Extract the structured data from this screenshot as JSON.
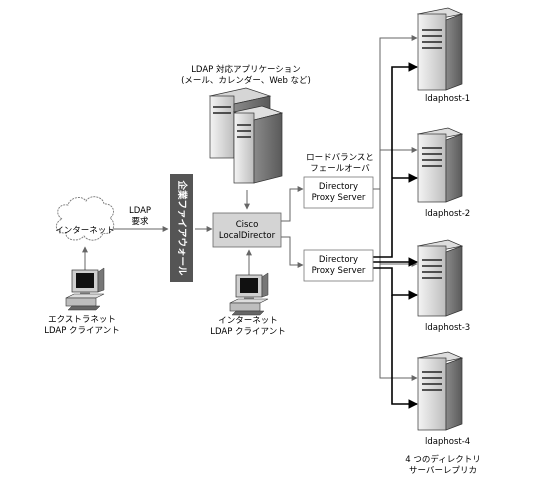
{
  "app_labels": {
    "line1": "LDAP 対応アプリケーション",
    "line2": "(メール、カレンダー、Web など)"
  },
  "ldap_request": {
    "line1": "LDAP",
    "line2": "要求"
  },
  "internet_cloud": "インターネット",
  "firewall": "企業ファイアウォール",
  "local_director": {
    "line1": "Cisco",
    "line2": "LocalDirector"
  },
  "load_balance": {
    "line1": "ロードバランスと",
    "line2": "フェールオーバ"
  },
  "proxy_servers": [
    {
      "line1": "Directory",
      "line2": "Proxy Server"
    },
    {
      "line1": "Directory",
      "line2": "Proxy Server"
    }
  ],
  "hosts": [
    "ldaphost-1",
    "ldaphost-2",
    "ldaphost-3",
    "ldaphost-4"
  ],
  "extranet_client": {
    "line1": "エクストラネット",
    "line2": "LDAP クライアント"
  },
  "internet_client": {
    "line1": "インターネット",
    "line2": "LDAP クライアント"
  },
  "replica_caption": {
    "line1": "4 つのディレクトリ",
    "line2": "サーバーレプリカ"
  }
}
